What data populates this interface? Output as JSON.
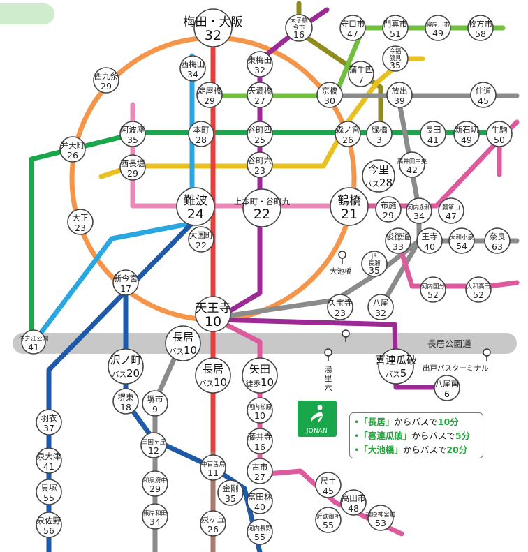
{
  "stations": {
    "umeda": {
      "name": "梅田・大阪",
      "num": "32"
    },
    "nishiumeda": {
      "name": "西梅田",
      "num": "34"
    },
    "higashiumeda": {
      "name": "東梅田",
      "num": "32"
    },
    "taishibashi": {
      "name_a": "太子橋",
      "name_b": "今市",
      "num": "16"
    },
    "moriguchi": {
      "name": "守口市",
      "num": "47"
    },
    "kadoma": {
      "name": "門真市",
      "num": "51"
    },
    "neyagawa": {
      "name": "寝屋川市",
      "num": "49"
    },
    "hirakata": {
      "name": "枚方市",
      "num": "58"
    },
    "imafuku": {
      "name_a": "今福",
      "name_b": "鶴見",
      "num": "35"
    },
    "gamo": {
      "name": "蒲生四",
      "num": "7"
    },
    "nishikujo": {
      "name": "西九条",
      "num": "29"
    },
    "yodoyabashi": {
      "name": "淀屋橋",
      "num": "29"
    },
    "tenmabashi": {
      "name": "天満橋",
      "num": "27"
    },
    "kyobashi": {
      "name": "京橋",
      "num": "30"
    },
    "hanaten": {
      "name": "放出",
      "num": "39"
    },
    "sumimichi": {
      "name": "住道",
      "num": "45"
    },
    "bentencho": {
      "name": "弁天町",
      "num": "26"
    },
    "awaza": {
      "name": "阿波座",
      "num": "35"
    },
    "honmachi": {
      "name": "本町",
      "num": "28"
    },
    "tanimachi4": {
      "name": "谷町四",
      "num": "25"
    },
    "morinomiya": {
      "name": "森ノ宮",
      "num": "26"
    },
    "midoribashi": {
      "name": "緑橋",
      "num": "3"
    },
    "nagata": {
      "name": "長田",
      "num": "41"
    },
    "shinishikiri": {
      "name": "新石切",
      "num": "49"
    },
    "ikoma": {
      "name": "生駒",
      "num": "50"
    },
    "nishinagahori": {
      "name": "西長堀",
      "num": "29"
    },
    "tanimachi6": {
      "name": "谷町六",
      "num": "23"
    },
    "takaida": {
      "name": "高井田中央",
      "num": "42"
    },
    "imazato": {
      "name": "今里",
      "bus": "バス",
      "num": "28"
    },
    "namba": {
      "name": "難波",
      "num": "24"
    },
    "uehonmachi": {
      "name": "上本町・谷町九",
      "num": "22"
    },
    "tsuruhashi": {
      "name": "鶴橋",
      "num": "21"
    },
    "fuse": {
      "name": "布施",
      "num": "29"
    },
    "kawachieiwa": {
      "name": "河内永和",
      "num": "34"
    },
    "hyogayama": {
      "name": "瓢箪山",
      "num": "47"
    },
    "taisho": {
      "name": "大正",
      "num": "23"
    },
    "daikokucho": {
      "name": "大国町",
      "num": "22"
    },
    "shuntokumichi": {
      "name": "俊徳道",
      "num": "33"
    },
    "oji": {
      "name": "王寺",
      "num": "40"
    },
    "yamatokoizumi": {
      "name": "大和小泉",
      "num": "54"
    },
    "nara": {
      "name": "奈良",
      "num": "63"
    },
    "jrnagase": {
      "name_a": "JR",
      "name_b": "長瀬",
      "num": "35"
    },
    "shinimamiya": {
      "name": "新今宮",
      "num": "17"
    },
    "kawachikokubu": {
      "name": "河内国分",
      "num": "52"
    },
    "yamatotakada": {
      "name": "大和高田",
      "num": "52"
    },
    "kyuhoji": {
      "name": "久宝寺",
      "num": "23"
    },
    "yao": {
      "name": "八尾",
      "num": "32"
    },
    "tennoji": {
      "name": "天王寺",
      "num": "10"
    },
    "suminoekoen": {
      "name": "住之江公園",
      "num": "41"
    },
    "nagai_bus": {
      "name": "長居",
      "bus": "バス",
      "num": "10"
    },
    "sawanocho": {
      "name": "沢ノ町",
      "bus": "バス",
      "num": "20"
    },
    "nagai": {
      "name": "長居",
      "bus": "バス",
      "num": "10"
    },
    "yata": {
      "name": "矢田",
      "walk": "徒歩",
      "num": "10"
    },
    "kireuriwari": {
      "name": "喜連瓜破",
      "bus": "バス",
      "num": "5"
    },
    "yaominami": {
      "name": "八尾南",
      "num": "6"
    },
    "sakaihigashi": {
      "name": "堺東",
      "num": "18"
    },
    "sakaishi": {
      "name": "堺市",
      "num": "9"
    },
    "kawachimatsubara": {
      "name": "河内松原",
      "num": "10"
    },
    "hanyu": {
      "name": "羽衣",
      "num": "37"
    },
    "mikunigaoka": {
      "name": "三国ヶ丘",
      "num": "12"
    },
    "fujiidera": {
      "name": "藤井寺",
      "num": "16"
    },
    "izumiotsu": {
      "name": "泉大津",
      "num": "41"
    },
    "nakamozu": {
      "name": "中百舌鳥",
      "num": "11"
    },
    "furuichi": {
      "name": "古市",
      "num": "27"
    },
    "izumifuchu": {
      "name": "和泉府中",
      "num": "29"
    },
    "kongo": {
      "name": "金剛",
      "num": "35"
    },
    "tondabayashi": {
      "name": "富田林",
      "num": "40"
    },
    "hashi": {
      "name": "尺土",
      "num": "45"
    },
    "takadashi": {
      "name": "高田市",
      "num": "48"
    },
    "kaizuka": {
      "name": "貝塚",
      "num": "55"
    },
    "higashihagoromo": {
      "name": "東岸和田",
      "num": "34"
    },
    "izumigaoka": {
      "name": "泉ヶ丘",
      "num": "26"
    },
    "kawachinagano": {
      "name": "河内長野",
      "num": "55"
    },
    "kintetsugose": {
      "name": "近鉄御所",
      "num": "55"
    },
    "kashiharajingu": {
      "name": "橿原神宮前",
      "num": "53"
    },
    "izumisano": {
      "name": "泉佐野",
      "num": "56"
    }
  },
  "labels": {
    "oikebashi": "大池橋",
    "yusato": "湯里六",
    "nagai_park_street": "長居公園通",
    "demado_bus_terminal": "出戸バスターミナル",
    "logo_text": "JONAN"
  },
  "info": {
    "rows": [
      {
        "dot": "•",
        "place": "「長居」",
        "mid": "からバスで",
        "time": "10分"
      },
      {
        "dot": "•",
        "place": "「喜連瓜破」",
        "mid": "からバスで",
        "time": "5分"
      },
      {
        "dot": "•",
        "place": "「大池橋」",
        "mid": "からバスで",
        "time": "20分"
      }
    ]
  },
  "colors": {
    "loop": "#f5954a",
    "midosuji": "#e83e3e",
    "yotsubashi": "#2aa6e0",
    "tanimachi": "#9c2a94",
    "chuo": "#1aa64a",
    "sakaisuji_like": "#8b8b8b",
    "keihan": "#72bf3f",
    "nagahori": "#e8c020",
    "sennichimae": "#ea89b7",
    "nankai": "#1e5aa8",
    "kintetsu": "#dd5a9c",
    "olive": "#8f8b1d",
    "road": "#c8c8c8",
    "logo": "#1aa64a"
  }
}
